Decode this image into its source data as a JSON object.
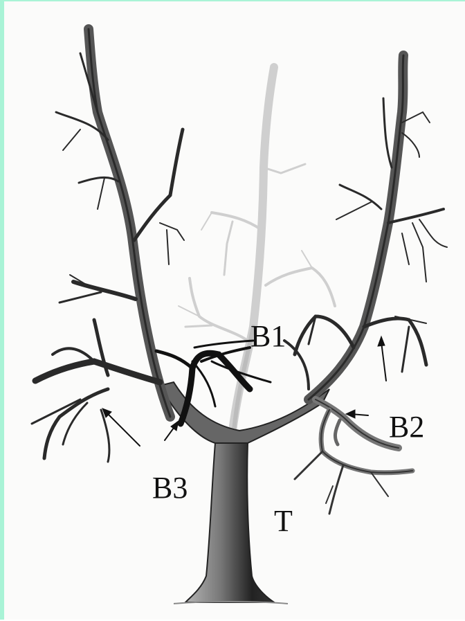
{
  "labels": {
    "b1": "B1",
    "b2": "B2",
    "b3": "B3",
    "t": "T"
  },
  "colors": {
    "frame_accent": "#a9f3d6",
    "ink_dark": "#1a1a1a",
    "ink_mid": "#5a5a5a",
    "ink_faint": "#c9c9c9",
    "background": "#fbfbfa"
  }
}
